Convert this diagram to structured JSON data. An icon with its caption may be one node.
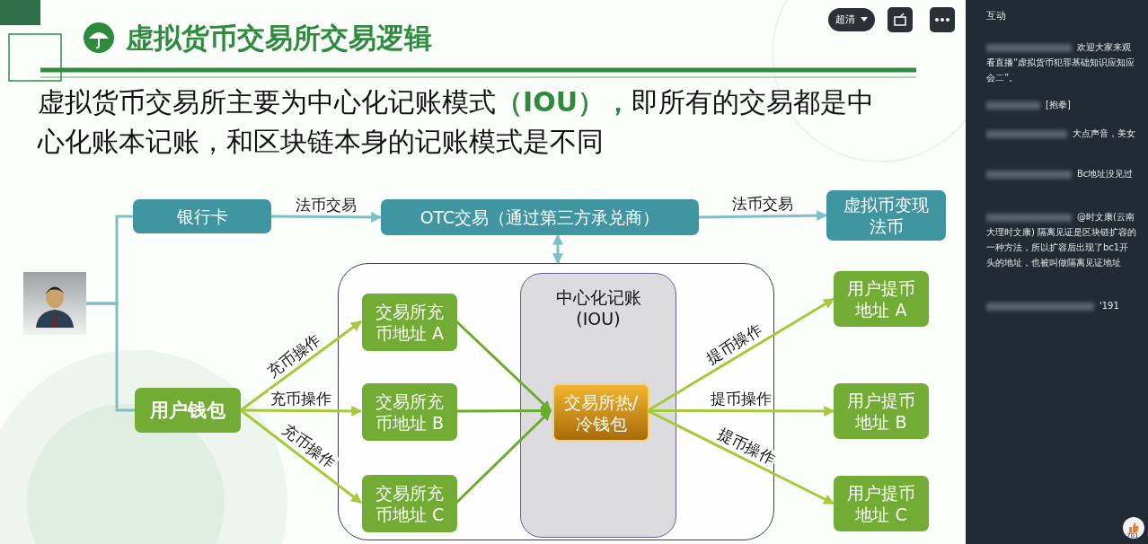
{
  "diagram": {
    "title": "虚拟货币交易所交易逻辑",
    "nodes": [
      {
        "text": [],
        "shape": "picture"
      },
      {
        "text": [
          "银行卡"
        ]
      },
      {
        "text": [
          "OTC交易（通过第三方承兑商）"
        ]
      },
      {
        "text": [
          "虚拟币变现法币"
        ]
      },
      {
        "text": [],
        "shape": "box"
      },
      {
        "text": [
          "交易所充币地址 A"
        ],
        "in": 4
      },
      {
        "text": [
          "交易所充币地址 B"
        ],
        "in": 4
      },
      {
        "text": [
          "交易所充币地址 C"
        ],
        "in": 4
      },
      {
        "text": [
          "中心化记账 (IOU)"
        ],
        "in": 4
      },
      {
        "text": [
          "交易所热/冷钱包"
        ],
        "in": 8
      },
      {
        "text": [
          "用户钱包"
        ]
      },
      {
        "text": [
          "用户提币地址 A"
        ]
      },
      {
        "text": [
          "用户提币地址 B"
        ]
      },
      {
        "text": [
          "用户提币地址 C"
        ]
      }
    ],
    "edges": [
      {
        "from": 0,
        "to": 1,
        "arrow": "none",
        "color": "#7fbfc6"
      },
      {
        "from": 0,
        "to": 10,
        "arrow": "none",
        "color": "#7fbfc6"
      },
      {
        "from": 1,
        "to": 2,
        "arrow": "to",
        "label": "法币交易",
        "color": "#7fbfc6"
      },
      {
        "from": 2,
        "to": 3,
        "arrow": "to",
        "label": "法币交易",
        "color": "#7fbfc6"
      },
      {
        "from": 2,
        "to": 4,
        "arrow": "both",
        "color": "#7fbfc6"
      },
      {
        "from": 10,
        "to": 5,
        "arrow": "to",
        "label": "充币操作"
      },
      {
        "from": 10,
        "to": 6,
        "arrow": "to",
        "label": "充币操作"
      },
      {
        "from": 10,
        "to": 7,
        "arrow": "to",
        "label": "充币操作"
      },
      {
        "from": 5,
        "to": 9,
        "arrow": "to",
        "color": "#6aab2e"
      },
      {
        "from": 6,
        "to": 9,
        "arrow": "to",
        "color": "#6aab2e"
      },
      {
        "from": 7,
        "to": 9,
        "arrow": "to",
        "color": "#6aab2e"
      },
      {
        "from": 9,
        "to": 11,
        "arrow": "to",
        "label": "提币操作"
      },
      {
        "from": 9,
        "to": 12,
        "arrow": "to",
        "label": "提币操作"
      },
      {
        "from": 9,
        "to": 13,
        "arrow": "to",
        "label": "提币操作"
      }
    ],
    "labels": [
      "虚拟货币交易所主要为中心化记账模式**（IOU），**即所有的交易都是中心化账本记账，和区块链本身的记账模式是不同",
      "互动",
      "欢迎大家来观看直播“虚拟货币犯罪基础知识应知应会二”。",
      "[抱拳]",
      "大点声音，美女",
      "Bc地址没见过",
      "@时文康(云南大理时文康) 隔离见证是区块链扩容的一种方法，所以扩容后出现了bc1开头的地址，也被叫做隔离见证地址",
      "'191",
      "超清",
      "701"
    ]
  }
}
